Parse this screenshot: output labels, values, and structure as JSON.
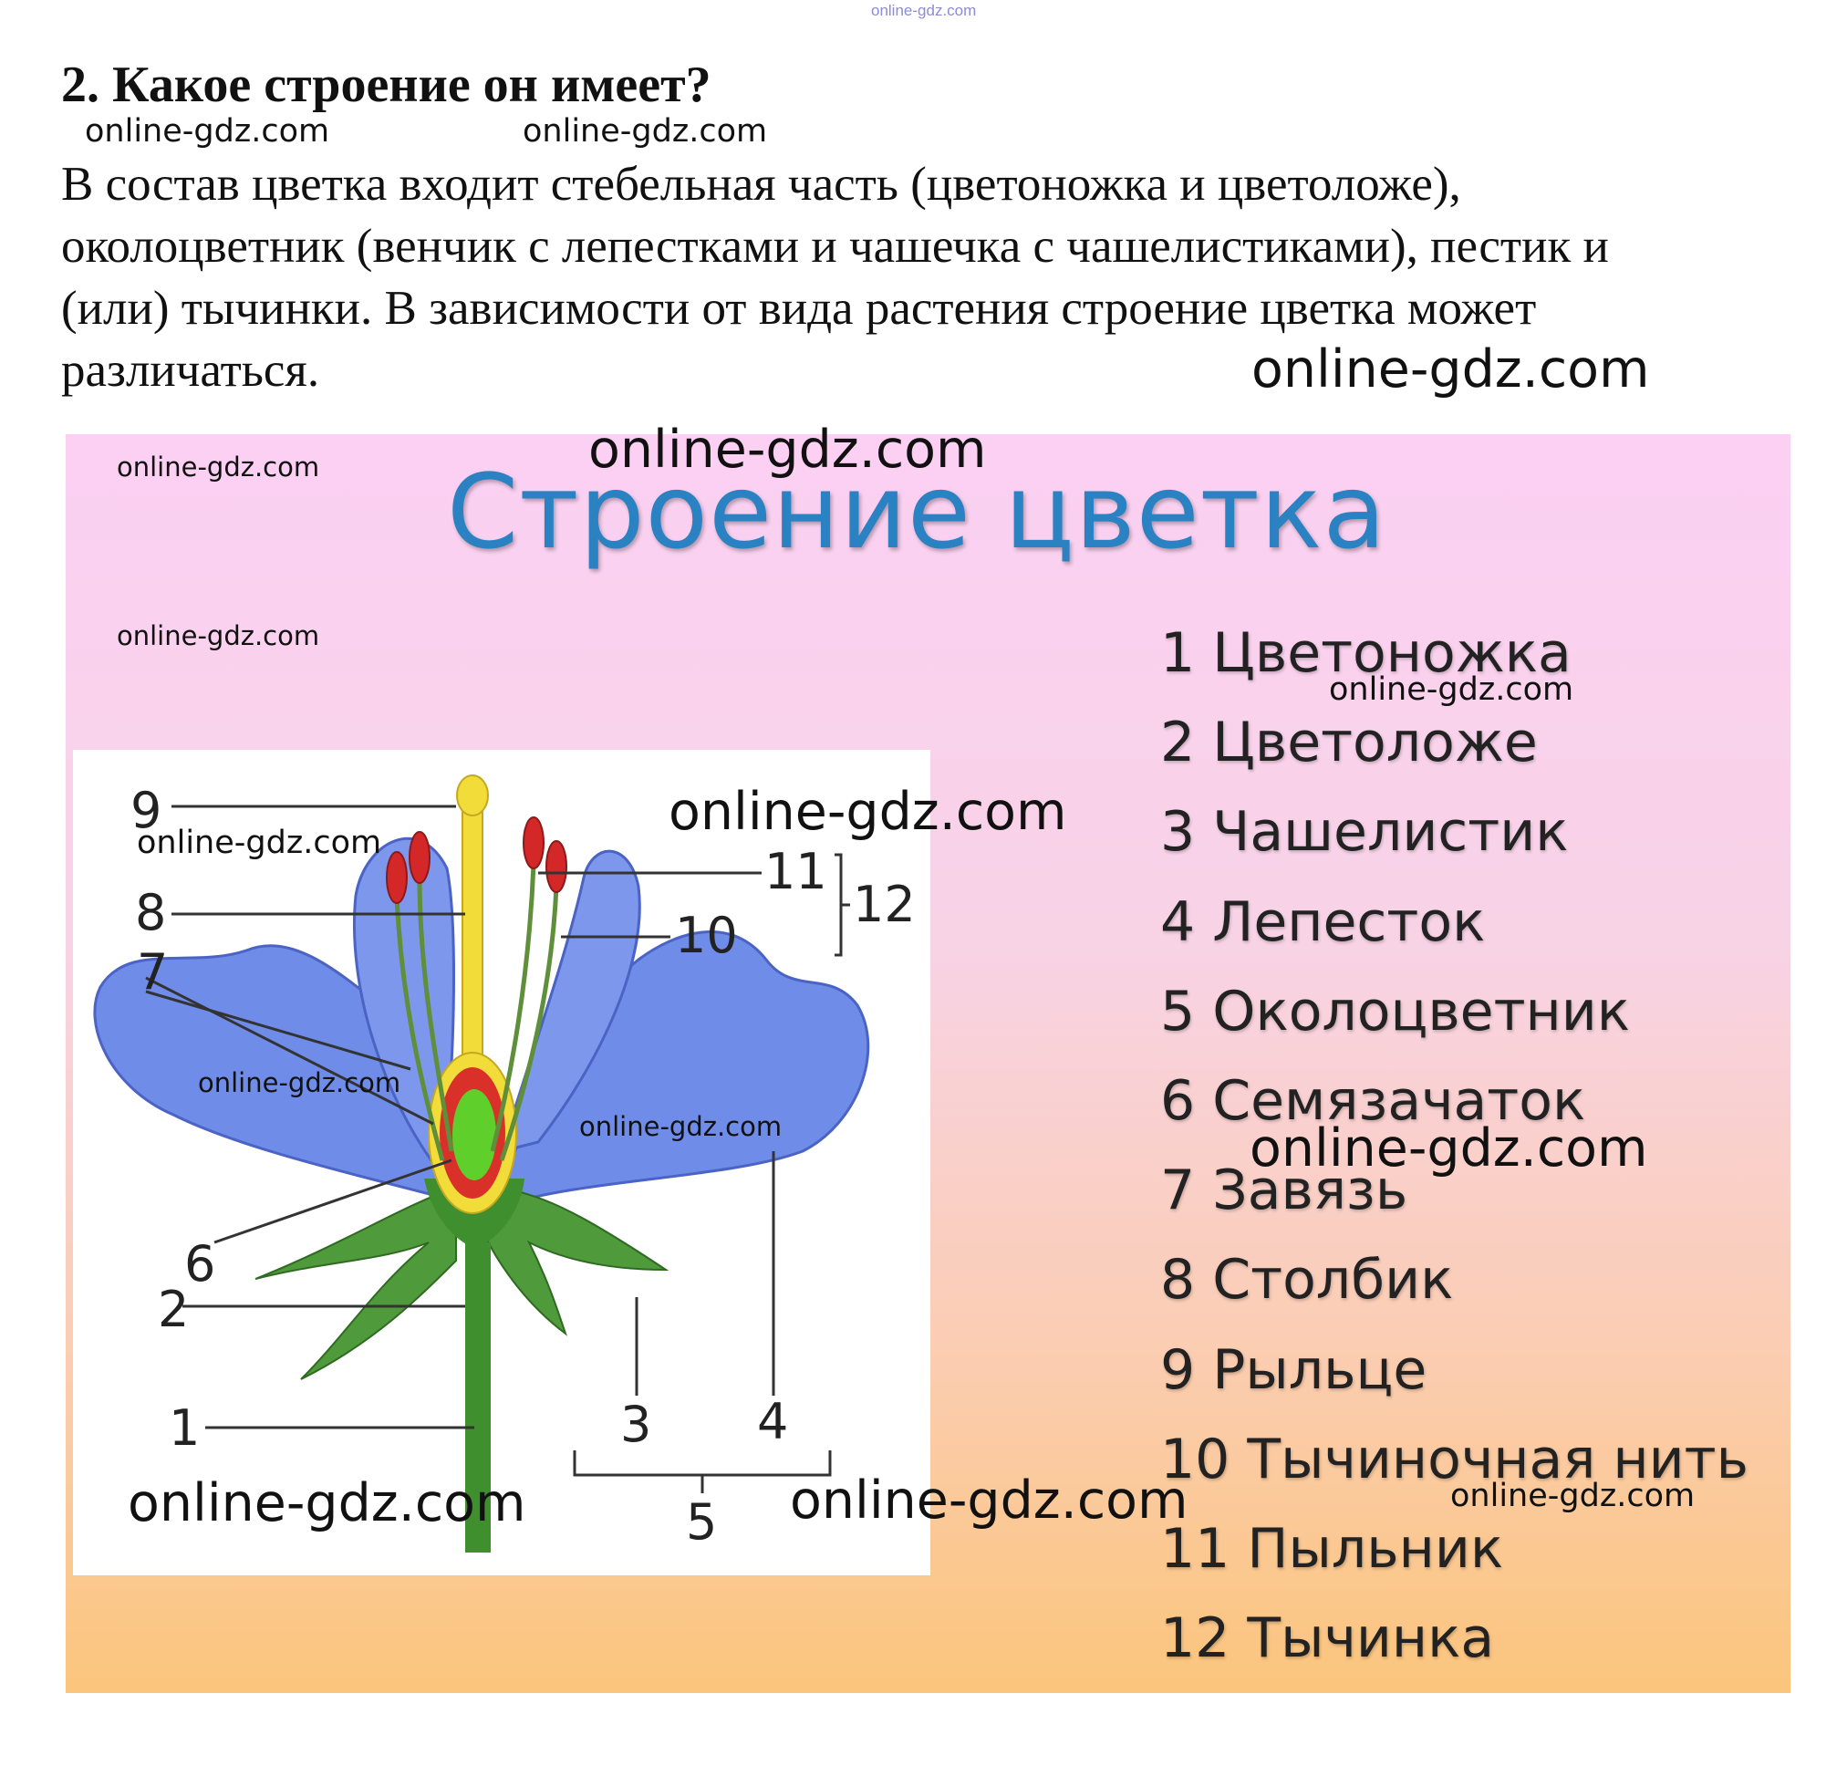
{
  "top_watermark": "online-gdz.com",
  "heading": "2. Какое строение он имеет?",
  "body_lines": [
    "В состав цветка входит стебельная часть (цветоножка и цветоложе),",
    "околоцветник (венчик с лепестками и чашечка с чашелистиками), пестик и",
    "(или) тычинки. В зависимости от вида растения строение цветка может",
    "различаться."
  ],
  "watermark": "online-gdz.com",
  "poster": {
    "title": "Строение цветка",
    "legend": [
      "1 Цветоножка",
      "2 Цветоложе",
      "3 Чашелистик",
      "4 Лепесток",
      "5 Околоцветник",
      "6 Семязачаток",
      "7 Завязь",
      "8 Столбик",
      "9 Рыльце",
      "10 Тычиночная нить",
      "11 Пыльник",
      "12 Тычинка"
    ],
    "diagram_numbers": [
      "1",
      "2",
      "3",
      "4",
      "5",
      "6",
      "7",
      "8",
      "9",
      "10",
      "11",
      "12"
    ]
  },
  "colors": {
    "title_blue": "#2a82c2",
    "petal_blue": "#6f8de8",
    "sepal_green": "#4f9a3a",
    "pistil_yellow": "#f2dc3a",
    "ovary_red": "#d9302a",
    "ovule_green": "#5fcf2c",
    "anther_red": "#d42828"
  }
}
